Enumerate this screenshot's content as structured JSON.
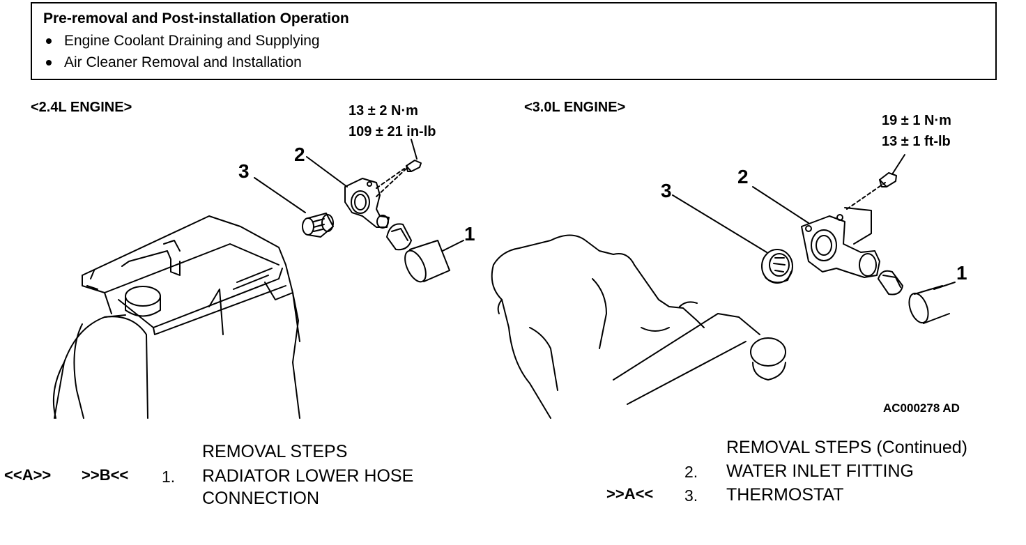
{
  "pre_op": {
    "title": "Pre-removal and Post-installation Operation",
    "items": [
      "Engine Coolant Draining and Supplying",
      "Air Cleaner Removal and Installation"
    ]
  },
  "left": {
    "engine_label": "<2.4L ENGINE>",
    "torque_metric": "13 ± 2 N·m",
    "torque_imperial": "109 ± 21 in-lb",
    "callouts": [
      "1",
      "2",
      "3"
    ]
  },
  "right": {
    "engine_label": "<3.0L ENGINE>",
    "torque_metric": "19 ± 1 N·m",
    "torque_imperial": "13 ± 1 ft-lb",
    "callouts": [
      "1",
      "2",
      "3"
    ]
  },
  "figure_code": "AC000278 AD",
  "steps_left": {
    "heading": "REMOVAL STEPS",
    "items": [
      {
        "symbols": [
          "<<A>>",
          ">>B<<"
        ],
        "num": "1.",
        "lines": [
          "RADIATOR LOWER HOSE",
          "CONNECTION"
        ]
      }
    ]
  },
  "steps_right": {
    "heading": "REMOVAL STEPS (Continued)",
    "items": [
      {
        "symbol": "",
        "num": "2.",
        "text": "WATER INLET FITTING"
      },
      {
        "symbol": ">>A<<",
        "num": "3.",
        "text": "THERMOSTAT"
      }
    ]
  }
}
